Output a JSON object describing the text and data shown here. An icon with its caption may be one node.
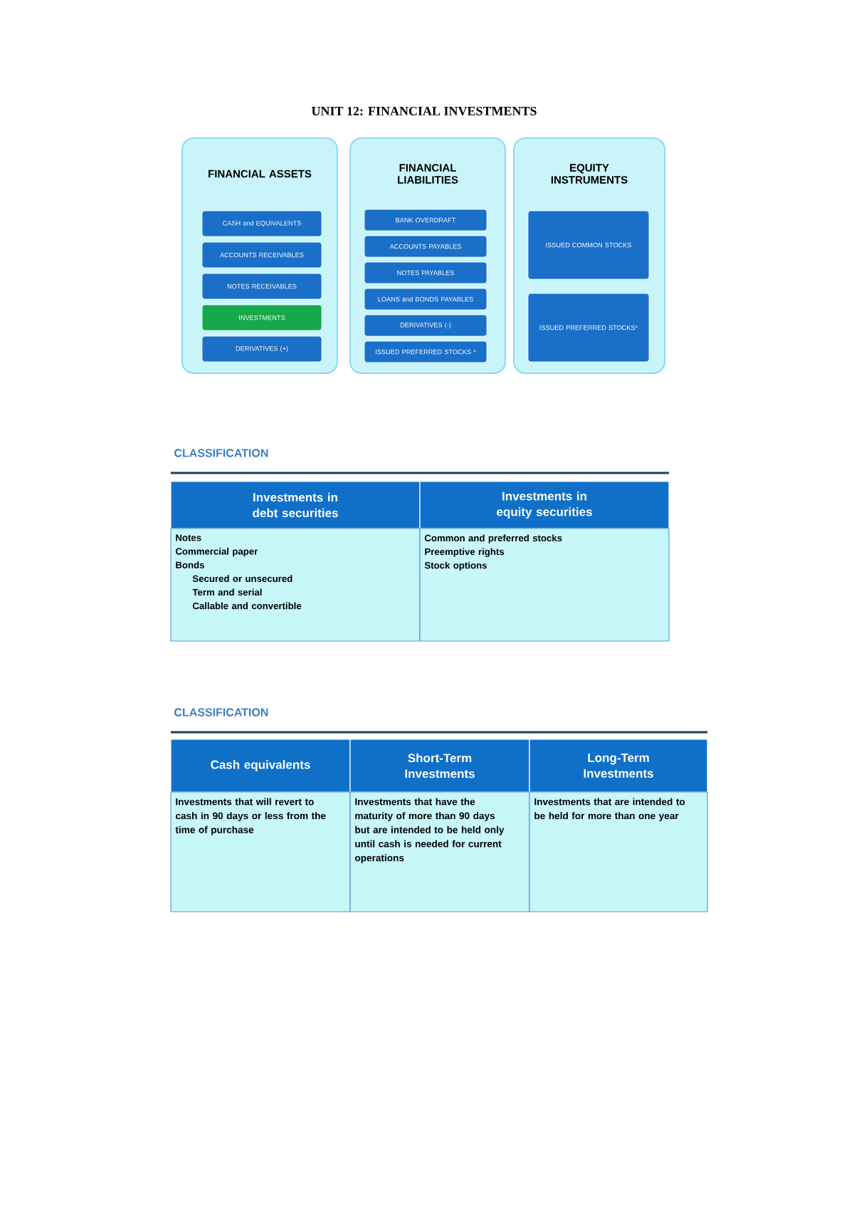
{
  "diagram": {
    "title": "UNIT 12: FINANCIAL INVESTMENTS",
    "nodes": [
      {
        "text": [
          "FINANCIAL ASSETS"
        ]
      },
      {
        "text": [
          "CASH and EQUIVALENTS"
        ],
        "in": 0
      },
      {
        "text": [
          "ACCOUNTS RECEIVABLES"
        ],
        "in": 0
      },
      {
        "text": [
          "NOTES RECEIVABLES"
        ],
        "in": 0
      },
      {
        "text": [
          "INVESTMENTS"
        ],
        "in": 0
      },
      {
        "text": [
          "DERIVATIVES (+)"
        ],
        "in": 0
      },
      {
        "text": [
          "FINANCIAL LIABILITIES"
        ]
      },
      {
        "text": [
          "BANK OVERDRAFT"
        ],
        "in": 6
      },
      {
        "text": [
          "ACCOUNTS PAYABLES"
        ],
        "in": 6
      },
      {
        "text": [
          "NOTES PAYABLES"
        ],
        "in": 6
      },
      {
        "text": [
          "LOANS and BONDS PAYABLES"
        ],
        "in": 6
      },
      {
        "text": [
          "DERIVATIVES (-)"
        ],
        "in": 6
      },
      {
        "text": [
          "ISSUED PREFERRED STOCKS *"
        ],
        "in": 6
      },
      {
        "text": [
          "EQUITY INSTRUMENTS"
        ]
      },
      {
        "text": [
          "ISSUED COMMON STOCKS"
        ],
        "in": 13
      },
      {
        "text": [
          "ISSUED PREFERRED STOCKS*"
        ],
        "in": 13
      }
    ],
    "labels": [
      "CLASSIFICATION",
      "Investments in debt securities",
      "Investments in equity securities",
      "Notes",
      "Commercial paper",
      "Bonds",
      "Secured or unsecured",
      "Term and serial",
      "Callable and convertible",
      "Common and preferred stocks",
      "Preemptive rights",
      "Stock options",
      "CLASSIFICATION",
      "Cash equivalents",
      "Short-Term Investments",
      "Long-Term Investments",
      "Investments that will revert to cash in 90 days or less from the time of purchase",
      "Investments that have the maturity of more than 90 days but are intended to be held only until cash is needed for current operations",
      "Investments that are intended to be held for more than one year"
    ]
  }
}
